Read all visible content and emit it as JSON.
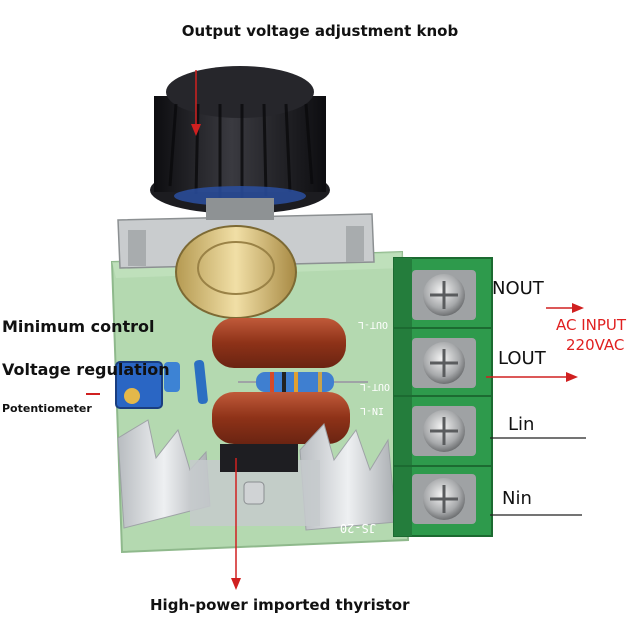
{
  "labels": {
    "top": "Output voltage adjustment knob",
    "bottom": "High-power imported thyristor",
    "minimum_control": "Minimum control",
    "voltage_regulation": "Voltage regulation",
    "potentiometer": "Potentiometer"
  },
  "terminals": {
    "nout": "NOUT",
    "lout": "LOUT",
    "lin": "Lin",
    "nin": "Nin"
  },
  "ac_input": {
    "line1": "AC INPUT",
    "line2": "220VAC"
  },
  "silkscreen": {
    "out_l": "OUT-L",
    "out_l2": "OUT-L",
    "in_l": "IN-L",
    "board_id": "JS-20"
  },
  "colors": {
    "pcb": "#b4d9b0",
    "terminal_block": "#2e9a4c",
    "capacitor": "#9b3a22",
    "knob": "#1b1b1f",
    "annotation_arrow": "#d02020"
  }
}
